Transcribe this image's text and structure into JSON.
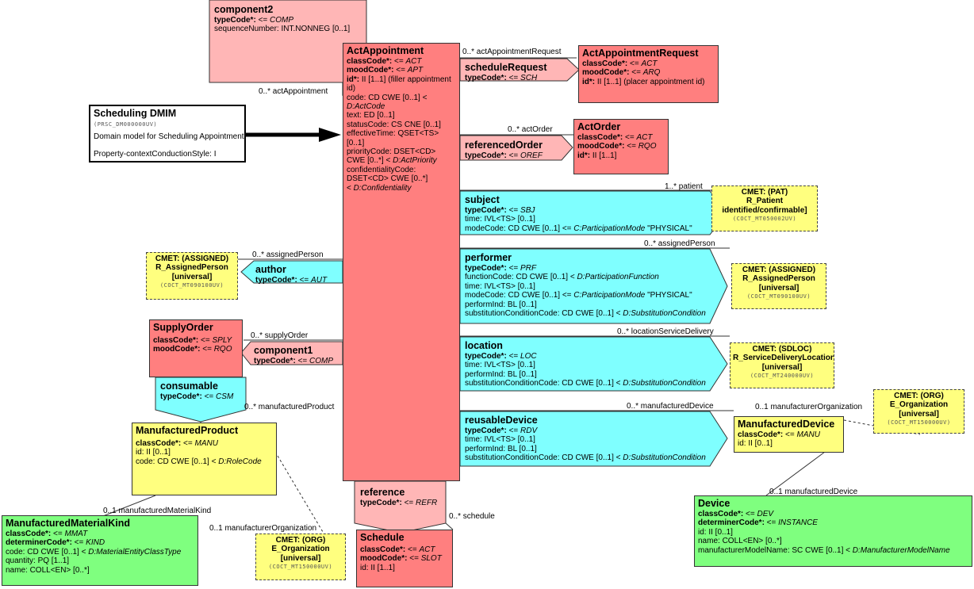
{
  "colors": {
    "act": "#ff7f7f",
    "act_light": "#ffb6b6",
    "participation": "#7fffff",
    "role": "#7fff7f",
    "entity": "#ffff7f",
    "cmet": "#ffff7f"
  },
  "header": {
    "title": "Scheduling DMIM",
    "code": "(PRSC_DM000000UV)",
    "description": "Domain model for Scheduling Appointments",
    "style": "Property-contextConductionStyle: I"
  },
  "component2": {
    "title": "component2",
    "rows": [
      {
        "k": "typeCode*:",
        "v": " <= ",
        "t": "COMP"
      },
      {
        "k": "",
        "v": "sequenceNumber: INT.NONNEG [0..1]",
        "t": ""
      }
    ]
  },
  "act_appointment": {
    "title": "ActAppointment",
    "rows": [
      {
        "k": "classCode*:",
        "v": " <= ",
        "t": "ACT"
      },
      {
        "k": "moodCode*:",
        "v": " <= ",
        "t": "APT"
      },
      {
        "k": "id*:",
        "v": " II [1..1] (filler appointment",
        "t": ""
      },
      {
        "k": "",
        "v": "id)",
        "t": ""
      },
      {
        "k": "",
        "v": "code: CD CWE [0..1] <",
        "t": ""
      },
      {
        "k": "",
        "v": "",
        "t": "D:ActCode"
      },
      {
        "k": "",
        "v": "text: ED [0..1]",
        "t": ""
      },
      {
        "k": "",
        "v": "statusCode: CS CNE [0..1]",
        "t": ""
      },
      {
        "k": "",
        "v": "effectiveTime: QSET<TS>",
        "t": ""
      },
      {
        "k": "",
        "v": "[0..1]",
        "t": ""
      },
      {
        "k": "",
        "v": "priorityCode: DSET<CD>",
        "t": ""
      },
      {
        "k": "",
        "v": "CWE [0..*] < ",
        "t": "D:ActPriority"
      },
      {
        "k": "",
        "v": "confidentialityCode:",
        "t": ""
      },
      {
        "k": "",
        "v": "DSET<CD> CWE [0..*]",
        "t": ""
      },
      {
        "k": "",
        "v": " < ",
        "t": "D:Confidentiality"
      }
    ]
  },
  "act_appointment_request": {
    "title": "ActAppointmentRequest",
    "rows": [
      {
        "k": "classCode*:",
        "v": " <= ",
        "t": "ACT"
      },
      {
        "k": "moodCode*:",
        "v": " <= ",
        "t": "ARQ"
      },
      {
        "k": "id*:",
        "v": " II [1..1] (placer appointment id)",
        "t": ""
      }
    ]
  },
  "schedule_request": {
    "title": "scheduleRequest",
    "rows": [
      {
        "k": "typeCode*:",
        "v": " <= ",
        "t": "SCH"
      }
    ]
  },
  "act_order": {
    "title": "ActOrder",
    "rows": [
      {
        "k": "classCode*:",
        "v": " <= ",
        "t": "ACT"
      },
      {
        "k": "moodCode*:",
        "v": " <= ",
        "t": "RQO"
      },
      {
        "k": "id*:",
        "v": " II [1..1]",
        "t": ""
      }
    ]
  },
  "referenced_order": {
    "title": "referencedOrder",
    "rows": [
      {
        "k": "typeCode*:",
        "v": " <= ",
        "t": "OREF"
      }
    ]
  },
  "subject": {
    "title": "subject",
    "rows": [
      {
        "k": "typeCode*:",
        "v": " <= ",
        "t": "SBJ"
      },
      {
        "k": "",
        "v": "time: IVL<TS> [0..1]",
        "t": ""
      },
      {
        "k": "",
        "v": "modeCode: CD CWE [0..1] <= ",
        "t": "C:ParticipationMode",
        "s": " \"PHYSICAL\""
      }
    ]
  },
  "performer": {
    "title": "performer",
    "rows": [
      {
        "k": "typeCode*:",
        "v": " <= ",
        "t": "PRF"
      },
      {
        "k": "",
        "v": "functionCode: CD CWE [0..1] < ",
        "t": "D:ParticipationFunction"
      },
      {
        "k": "",
        "v": "time: IVL<TS> [0..1]",
        "t": ""
      },
      {
        "k": "",
        "v": "modeCode: CD CWE [0..1] <= ",
        "t": "C:ParticipationMode",
        "s": " \"PHYSICAL\""
      },
      {
        "k": "",
        "v": "performInd: BL [0..1]",
        "t": ""
      },
      {
        "k": "",
        "v": "substitutionConditionCode: CD CWE [0..1] < ",
        "t": "D:SubstitutionCondition"
      }
    ]
  },
  "location": {
    "title": "location",
    "rows": [
      {
        "k": "typeCode*:",
        "v": " <= ",
        "t": "LOC"
      },
      {
        "k": "",
        "v": "time: IVL<TS> [0..1]",
        "t": ""
      },
      {
        "k": "",
        "v": "performInd: BL [0..1]",
        "t": ""
      },
      {
        "k": "",
        "v": "substitutionConditionCode: CD CWE [0..1] < ",
        "t": "D:SubstitutionCondition"
      }
    ]
  },
  "reusable_device": {
    "title": "reusableDevice",
    "rows": [
      {
        "k": "typeCode*:",
        "v": " <= ",
        "t": "RDV"
      },
      {
        "k": "",
        "v": "time: IVL<TS> [0..1]",
        "t": ""
      },
      {
        "k": "",
        "v": "performInd: BL [0..1]",
        "t": ""
      },
      {
        "k": "",
        "v": "substitutionConditionCode: CD CWE [0..1] < ",
        "t": "D:SubstitutionCondition"
      }
    ]
  },
  "author": {
    "title": "author",
    "rows": [
      {
        "k": "typeCode*:",
        "v": " <= ",
        "t": "AUT"
      }
    ]
  },
  "supply_order": {
    "title": "SupplyOrder",
    "rows": [
      {
        "k": "classCode*:",
        "v": " <= ",
        "t": "SPLY"
      },
      {
        "k": "moodCode*:",
        "v": " <= ",
        "t": "RQO"
      }
    ]
  },
  "component1": {
    "title": "component1",
    "rows": [
      {
        "k": "typeCode*:",
        "v": " <= ",
        "t": "COMP"
      }
    ]
  },
  "consumable": {
    "title": "consumable",
    "rows": [
      {
        "k": "typeCode*:",
        "v": " <= ",
        "t": "CSM"
      }
    ]
  },
  "manufactured_product": {
    "title": "ManufacturedProduct",
    "rows": [
      {
        "k": "classCode*:",
        "v": " <= ",
        "t": "MANU"
      },
      {
        "k": "",
        "v": "id: II [0..1]",
        "t": ""
      },
      {
        "k": "",
        "v": "code: CD CWE [0..1] < ",
        "t": "D:RoleCode"
      }
    ]
  },
  "manufactured_material_kind": {
    "title": "ManufacturedMaterialKind",
    "rows": [
      {
        "k": "classCode*:",
        "v": " <= ",
        "t": "MMAT"
      },
      {
        "k": "determinerCode*:",
        "v": " <= ",
        "t": "KIND"
      },
      {
        "k": "",
        "v": "code: CD CWE [0..1] < ",
        "t": "D:MaterialEntityClassType"
      },
      {
        "k": "",
        "v": "quantity: PQ [1..1]",
        "t": ""
      },
      {
        "k": "",
        "v": "name: COLL<EN> [0..*]",
        "t": ""
      }
    ]
  },
  "reference": {
    "title": "reference",
    "rows": [
      {
        "k": "typeCode*:",
        "v": " <= ",
        "t": "REFR"
      }
    ]
  },
  "schedule": {
    "title": "Schedule",
    "rows": [
      {
        "k": "classCode*:",
        "v": " <= ",
        "t": "ACT"
      },
      {
        "k": "moodCode*:",
        "v": " <= ",
        "t": "SLOT"
      },
      {
        "k": "",
        "v": "id: II [1..1]",
        "t": ""
      }
    ]
  },
  "manufactured_device": {
    "title": "ManufacturedDevice",
    "rows": [
      {
        "k": "classCode*:",
        "v": " <= ",
        "t": "MANU"
      },
      {
        "k": "",
        "v": "id: II [0..1]",
        "t": ""
      }
    ]
  },
  "device": {
    "title": "Device",
    "rows": [
      {
        "k": "classCode*:",
        "v": " <= ",
        "t": "DEV"
      },
      {
        "k": "determinerCode*:",
        "v": " <= ",
        "t": "INSTANCE"
      },
      {
        "k": "",
        "v": "id: II [0..1]",
        "t": ""
      },
      {
        "k": "",
        "v": "name: COLL<EN> [0..*]",
        "t": ""
      },
      {
        "k": "",
        "v": "manufacturerModelName: SC CWE [0..1] < ",
        "t": "D:ManufacturerModelName"
      }
    ]
  },
  "cmets": {
    "patient": {
      "label": "CMET:",
      "type": " (PAT)",
      "name": "R_Patient",
      "sub": "identified/confirmable]",
      "code": "(COCT_MT050002UV)"
    },
    "performer_person": {
      "label": "CMET:",
      "type": " (ASSIGNED)",
      "name": "R_AssignedPerson",
      "sub": "[universal]",
      "code": "(COCT_MT090100UV)"
    },
    "author_person": {
      "label": "CMET:",
      "type": " (ASSIGNED)",
      "name": "R_AssignedPerson",
      "sub": "[universal]",
      "code": "(COCT_MT090100UV)"
    },
    "location": {
      "label": "CMET:",
      "type": " (SDLOC)",
      "name": "R_ServiceDeliveryLocation",
      "sub": "[universal]",
      "code": "(COCT_MT240000UV)"
    },
    "device_org": {
      "label": "CMET:",
      "type": " (ORG)",
      "name": "E_Organization",
      "sub": "[universal]",
      "code": "(COCT_MT150000UV)"
    },
    "material_org": {
      "label": "CMET:",
      "type": " (ORG)",
      "name": "E_Organization",
      "sub": "[universal]",
      "code": "(COCT_MT150000UV)"
    }
  },
  "labels": {
    "act_appointment_request": "0..* actAppointmentRequest",
    "act_appointment": "0..* actAppointment",
    "act_order": "0..* actOrder",
    "patient": "1..* patient",
    "assigned_person_perf": "0..* assignedPerson",
    "assigned_person_auth": "0..* assignedPerson",
    "location_service_delivery": "0..* locationServiceDelivery",
    "supply_order": "0..* supplyOrder",
    "manufactured_product": "0..* manufacturedProduct",
    "manufactured_device_arrow": "0..* manufacturedDevice",
    "manufacturer_org_device": "0..1 manufacturerOrganization",
    "manufactured_device_link": "0..1 manufacturedDevice",
    "manufactured_material_kind": "0..1 manufacturedMaterialKind",
    "manufacturer_org_material": "0..1 manufacturerOrganization",
    "schedule": "0..* schedule"
  }
}
